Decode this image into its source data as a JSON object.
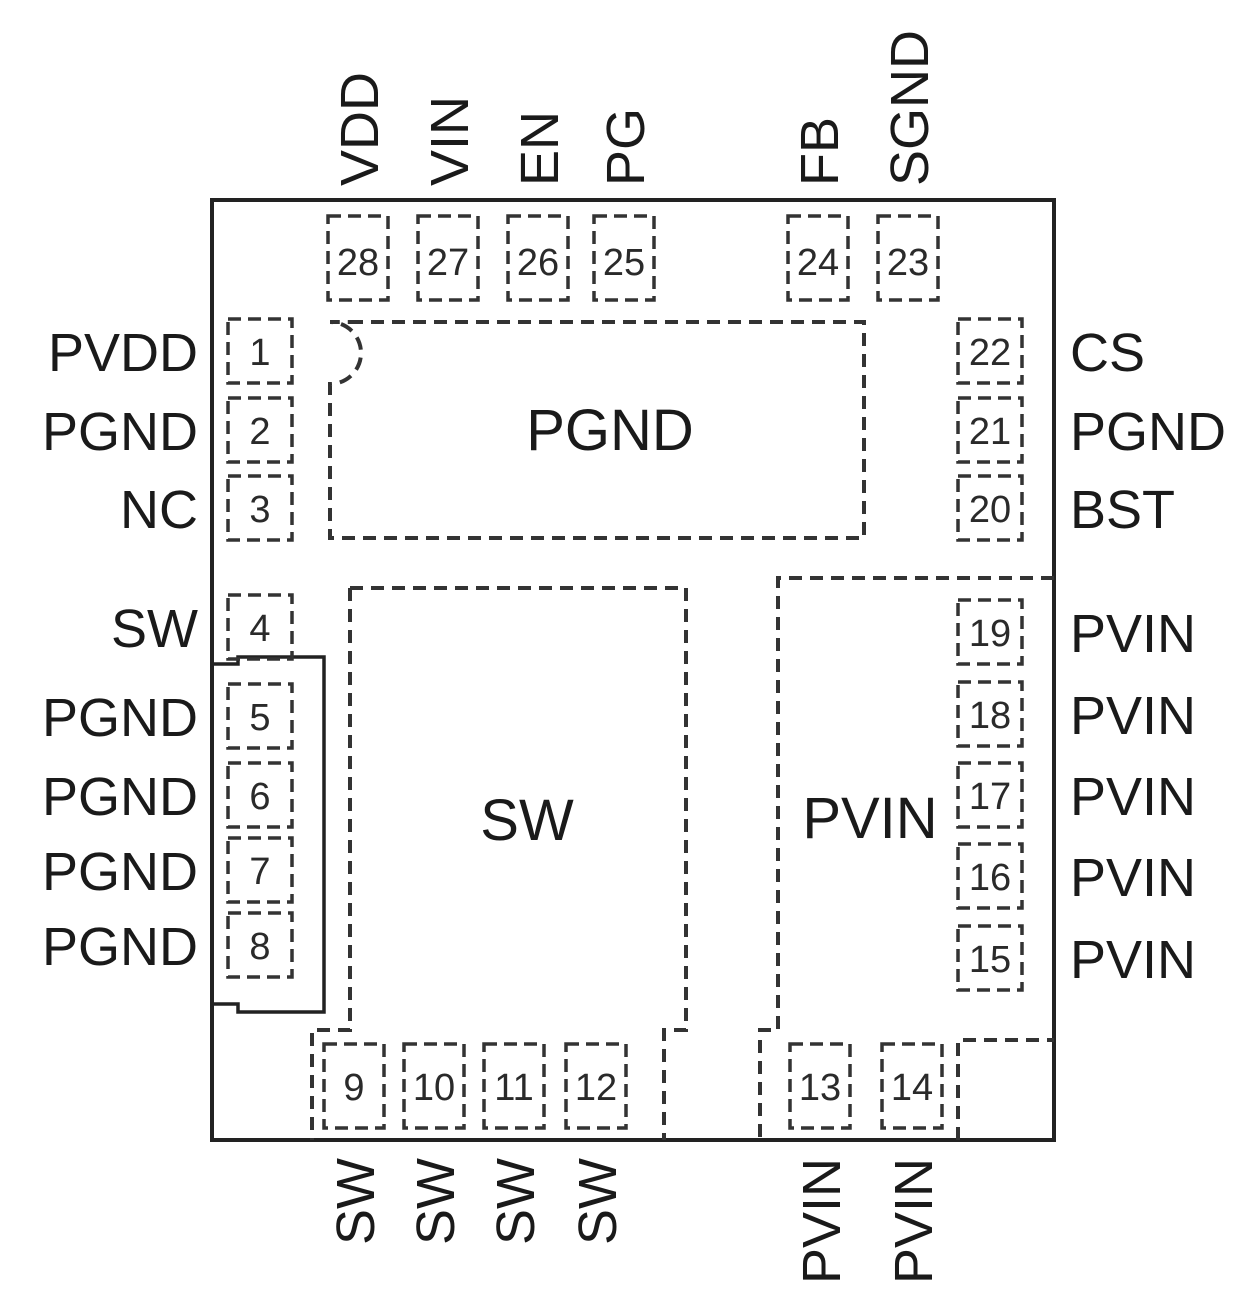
{
  "pins": [
    {
      "num": "1",
      "name": "PVDD"
    },
    {
      "num": "2",
      "name": "PGND"
    },
    {
      "num": "3",
      "name": "NC"
    },
    {
      "num": "4",
      "name": "SW"
    },
    {
      "num": "5",
      "name": "PGND"
    },
    {
      "num": "6",
      "name": "PGND"
    },
    {
      "num": "7",
      "name": "PGND"
    },
    {
      "num": "8",
      "name": "PGND"
    },
    {
      "num": "9",
      "name": "SW"
    },
    {
      "num": "10",
      "name": "SW"
    },
    {
      "num": "11",
      "name": "SW"
    },
    {
      "num": "12",
      "name": "SW"
    },
    {
      "num": "13",
      "name": "PVIN"
    },
    {
      "num": "14",
      "name": "PVIN"
    },
    {
      "num": "15",
      "name": "PVIN"
    },
    {
      "num": "16",
      "name": "PVIN"
    },
    {
      "num": "17",
      "name": "PVIN"
    },
    {
      "num": "18",
      "name": "PVIN"
    },
    {
      "num": "19",
      "name": "PVIN"
    },
    {
      "num": "20",
      "name": "BST"
    },
    {
      "num": "21",
      "name": "PGND"
    },
    {
      "num": "22",
      "name": "CS"
    },
    {
      "num": "23",
      "name": "SGND"
    },
    {
      "num": "24",
      "name": "FB"
    },
    {
      "num": "25",
      "name": "PG"
    },
    {
      "num": "26",
      "name": "EN"
    },
    {
      "num": "27",
      "name": "VIN"
    },
    {
      "num": "28",
      "name": "VDD"
    }
  ],
  "exposed_pads": {
    "pgnd": "PGND",
    "sw": "SW",
    "pvin": "PVIN"
  }
}
